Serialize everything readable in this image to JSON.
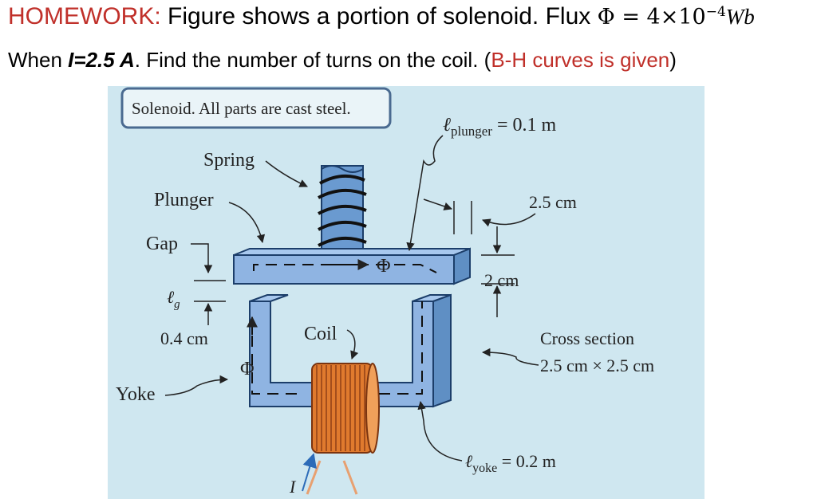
{
  "heading": {
    "homework": "HOMEWORK:",
    "text1": " Figure shows a portion of solenoid. Flux ",
    "flux_expr": "Φ = 4×10",
    "flux_exp": "−4",
    "flux_unit": "Wb"
  },
  "line2": {
    "when": "When ",
    "current": "I=2.5 A",
    "text": ". Find the number of turns on the coil. (",
    "given": "B-H curves is given",
    "close": ")"
  },
  "figure": {
    "caption": "Solenoid. All parts are cast steel.",
    "spring": "Spring",
    "plunger": "Plunger",
    "gap": "Gap",
    "lg_l": "ℓ",
    "lg_sub": "g",
    "gap_len": "0.4 cm",
    "yoke": "Yoke",
    "coil": "Coil",
    "phi": "Φ",
    "current_I": "I",
    "lplunger_l": "ℓ",
    "lplunger_sub": "plunger",
    "lplunger_val": " = 0.1 m",
    "width_25": "2.5 cm",
    "height_2": "2 cm",
    "cross1": "Cross section",
    "cross2": "2.5 cm × 2.5 cm",
    "lyoke_l": "ℓ",
    "lyoke_sub": "yoke",
    "lyoke_val": " = 0.2 m"
  },
  "colors": {
    "title_red": "#c0302a",
    "figure_bg": "#cfe7f0",
    "steel_blue": "#8fb4e2",
    "coil_copper": "#e07a2e"
  }
}
